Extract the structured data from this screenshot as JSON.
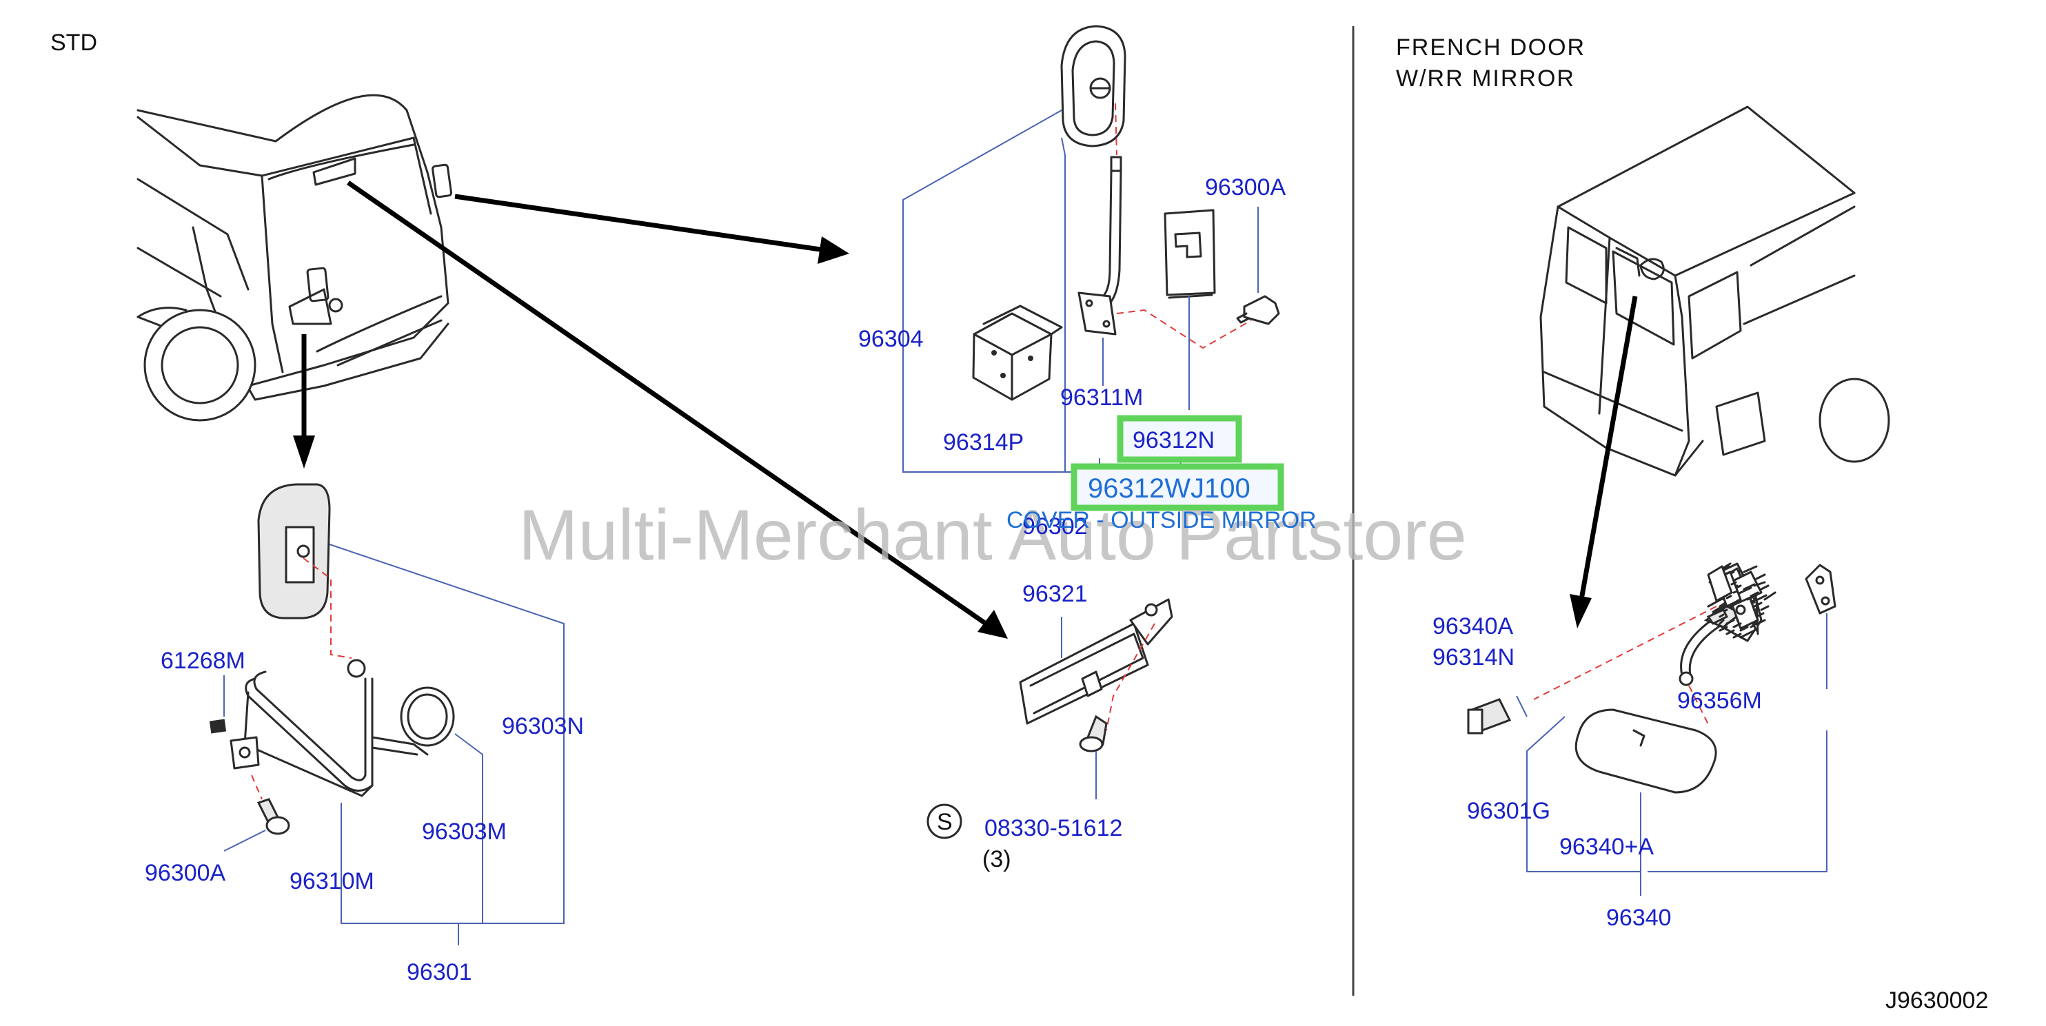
{
  "captions": {
    "std": "STD",
    "french_door": "FRENCH DOOR",
    "rr_mirror": "W/RR MIRROR",
    "drawing_no": "J9630002"
  },
  "parts": {
    "p96300A_top": "96300A",
    "p96304": "96304",
    "p96311M": "96311M",
    "p96314P": "96314P",
    "p96312N": "96312N",
    "p96312WJ100": "96312WJ100",
    "cover_desc": "COVER - OUTSIDE MIRROR",
    "p96302": "96302",
    "p96321": "96321",
    "s_symbol": "S",
    "p08330": "08330-51612",
    "qty3": "(3)",
    "p61268M": "61268M",
    "p96303N": "96303N",
    "p96303M": "96303M",
    "p96300A_left": "96300A",
    "p96310M": "96310M",
    "p96301": "96301",
    "p96340A": "96340A",
    "p96314N": "96314N",
    "p96356M": "96356M",
    "p96301G": "96301G",
    "p96340plusA": "96340+A",
    "p96340": "96340"
  },
  "watermark": "Multi-Merchant Auto Partstore",
  "colors": {
    "label_blue": "#1a22c8",
    "highlight_green": "#5fd35a",
    "highlight_text": "#1f6fd6",
    "leader_line": "#4a63b5",
    "dashed_red": "#e23a3a"
  }
}
